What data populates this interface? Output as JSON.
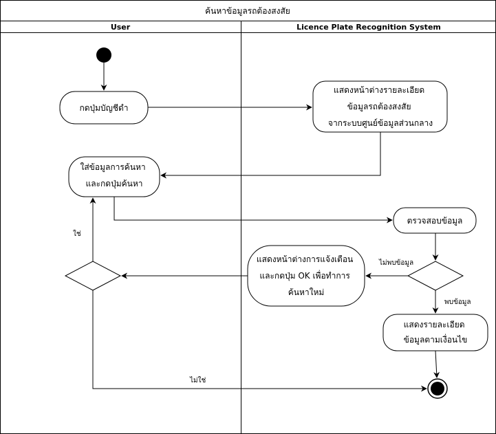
{
  "diagram": {
    "title": "ค้นหาข้อมูลรถต้องสงสัย",
    "lanes": {
      "user": "User",
      "system": "Licence Plate Recognition System"
    },
    "activities": {
      "press_button": "กดปุ่มบัญชีดำ",
      "show_details": [
        "แสดงหน้าต่างรายละเอียด",
        "ข้อมูลรถต้องสงสัย",
        "จากระบบศูนย์ข้อมูลส่วนกลาง"
      ],
      "enter_search": [
        "ใส่ข้อมูลการค้นหา",
        "และกดปุ่มค้นหา"
      ],
      "check_data": "ตรวจสอบข้อมูล",
      "show_alert": [
        "แสดงหน้าต่างการแจ้งเตือน",
        "และกดปุ่ม OK เพื่อทำการ",
        "ค้นหาใหม่"
      ],
      "show_result": [
        "แสดงรายละเอียด",
        "ข้อมูลตามเงื่อนไข"
      ]
    },
    "guards": {
      "not_found": "ไม่พบข้อมูล",
      "found": "พบข้อมูล",
      "yes": "ใช่",
      "no": "ไม่ใช่"
    }
  }
}
